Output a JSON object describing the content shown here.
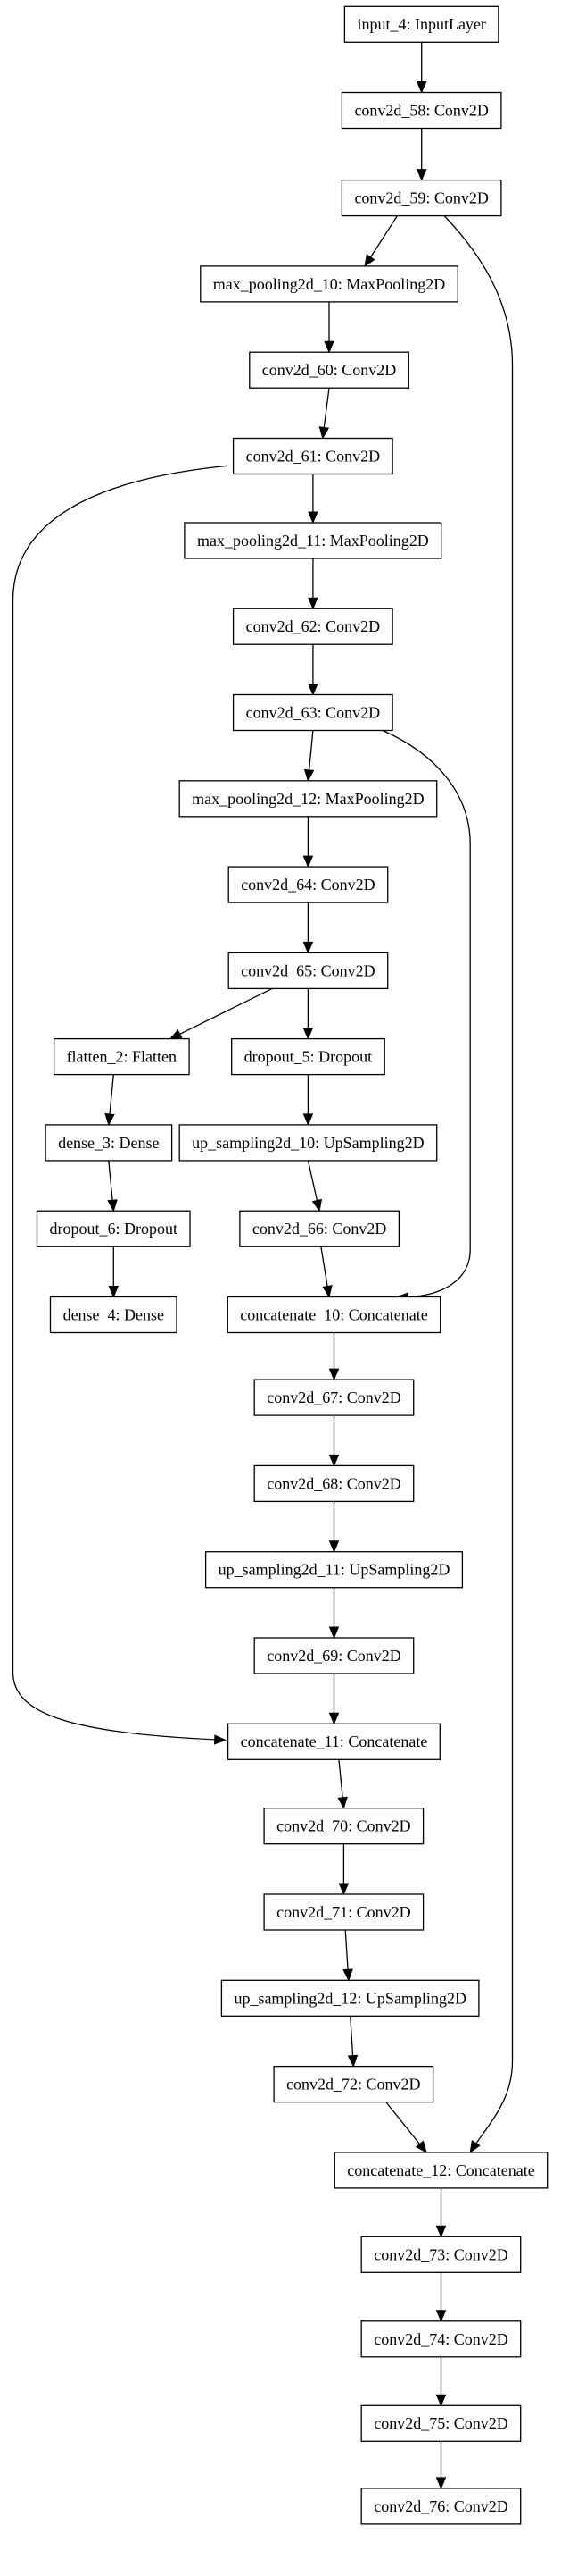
{
  "nodes": [
    {
      "id": "input_4",
      "label": "input_4: InputLayer"
    },
    {
      "id": "conv2d_58",
      "label": "conv2d_58: Conv2D"
    },
    {
      "id": "conv2d_59",
      "label": "conv2d_59: Conv2D"
    },
    {
      "id": "max_pooling2d_10",
      "label": "max_pooling2d_10: MaxPooling2D"
    },
    {
      "id": "conv2d_60",
      "label": "conv2d_60: Conv2D"
    },
    {
      "id": "conv2d_61",
      "label": "conv2d_61: Conv2D"
    },
    {
      "id": "max_pooling2d_11",
      "label": "max_pooling2d_11: MaxPooling2D"
    },
    {
      "id": "conv2d_62",
      "label": "conv2d_62: Conv2D"
    },
    {
      "id": "conv2d_63",
      "label": "conv2d_63: Conv2D"
    },
    {
      "id": "max_pooling2d_12",
      "label": "max_pooling2d_12: MaxPooling2D"
    },
    {
      "id": "conv2d_64",
      "label": "conv2d_64: Conv2D"
    },
    {
      "id": "conv2d_65",
      "label": "conv2d_65: Conv2D"
    },
    {
      "id": "flatten_2",
      "label": "flatten_2: Flatten"
    },
    {
      "id": "dropout_5",
      "label": "dropout_5: Dropout"
    },
    {
      "id": "dense_3",
      "label": "dense_3: Dense"
    },
    {
      "id": "up_sampling2d_10",
      "label": "up_sampling2d_10: UpSampling2D"
    },
    {
      "id": "dropout_6",
      "label": "dropout_6: Dropout"
    },
    {
      "id": "conv2d_66",
      "label": "conv2d_66: Conv2D"
    },
    {
      "id": "dense_4",
      "label": "dense_4: Dense"
    },
    {
      "id": "concatenate_10",
      "label": "concatenate_10: Concatenate"
    },
    {
      "id": "conv2d_67",
      "label": "conv2d_67: Conv2D"
    },
    {
      "id": "conv2d_68",
      "label": "conv2d_68: Conv2D"
    },
    {
      "id": "up_sampling2d_11",
      "label": "up_sampling2d_11: UpSampling2D"
    },
    {
      "id": "conv2d_69",
      "label": "conv2d_69: Conv2D"
    },
    {
      "id": "concatenate_11",
      "label": "concatenate_11: Concatenate"
    },
    {
      "id": "conv2d_70",
      "label": "conv2d_70: Conv2D"
    },
    {
      "id": "conv2d_71",
      "label": "conv2d_71: Conv2D"
    },
    {
      "id": "up_sampling2d_12",
      "label": "up_sampling2d_12: UpSampling2D"
    },
    {
      "id": "conv2d_72",
      "label": "conv2d_72: Conv2D"
    },
    {
      "id": "concatenate_12",
      "label": "concatenate_12: Concatenate"
    },
    {
      "id": "conv2d_73",
      "label": "conv2d_73: Conv2D"
    },
    {
      "id": "conv2d_74",
      "label": "conv2d_74: Conv2D"
    },
    {
      "id": "conv2d_75",
      "label": "conv2d_75: Conv2D"
    },
    {
      "id": "conv2d_76",
      "label": "conv2d_76: Conv2D"
    }
  ],
  "edges": [
    {
      "from": "input_4",
      "to": "conv2d_58"
    },
    {
      "from": "conv2d_58",
      "to": "conv2d_59"
    },
    {
      "from": "conv2d_59",
      "to": "max_pooling2d_10"
    },
    {
      "from": "conv2d_59",
      "to": "concatenate_12"
    },
    {
      "from": "max_pooling2d_10",
      "to": "conv2d_60"
    },
    {
      "from": "conv2d_60",
      "to": "conv2d_61"
    },
    {
      "from": "conv2d_61",
      "to": "max_pooling2d_11"
    },
    {
      "from": "conv2d_61",
      "to": "concatenate_11"
    },
    {
      "from": "max_pooling2d_11",
      "to": "conv2d_62"
    },
    {
      "from": "conv2d_62",
      "to": "conv2d_63"
    },
    {
      "from": "conv2d_63",
      "to": "max_pooling2d_12"
    },
    {
      "from": "conv2d_63",
      "to": "concatenate_10"
    },
    {
      "from": "max_pooling2d_12",
      "to": "conv2d_64"
    },
    {
      "from": "conv2d_64",
      "to": "conv2d_65"
    },
    {
      "from": "conv2d_65",
      "to": "flatten_2"
    },
    {
      "from": "conv2d_65",
      "to": "dropout_5"
    },
    {
      "from": "flatten_2",
      "to": "dense_3"
    },
    {
      "from": "dense_3",
      "to": "dropout_6"
    },
    {
      "from": "dropout_6",
      "to": "dense_4"
    },
    {
      "from": "dropout_5",
      "to": "up_sampling2d_10"
    },
    {
      "from": "up_sampling2d_10",
      "to": "conv2d_66"
    },
    {
      "from": "conv2d_66",
      "to": "concatenate_10"
    },
    {
      "from": "concatenate_10",
      "to": "conv2d_67"
    },
    {
      "from": "conv2d_67",
      "to": "conv2d_68"
    },
    {
      "from": "conv2d_68",
      "to": "up_sampling2d_11"
    },
    {
      "from": "up_sampling2d_11",
      "to": "conv2d_69"
    },
    {
      "from": "conv2d_69",
      "to": "concatenate_11"
    },
    {
      "from": "concatenate_11",
      "to": "conv2d_70"
    },
    {
      "from": "conv2d_70",
      "to": "conv2d_71"
    },
    {
      "from": "conv2d_71",
      "to": "up_sampling2d_12"
    },
    {
      "from": "up_sampling2d_12",
      "to": "conv2d_72"
    },
    {
      "from": "conv2d_72",
      "to": "concatenate_12"
    },
    {
      "from": "concatenate_12",
      "to": "conv2d_73"
    },
    {
      "from": "conv2d_73",
      "to": "conv2d_74"
    },
    {
      "from": "conv2d_74",
      "to": "conv2d_75"
    },
    {
      "from": "conv2d_75",
      "to": "conv2d_76"
    }
  ]
}
